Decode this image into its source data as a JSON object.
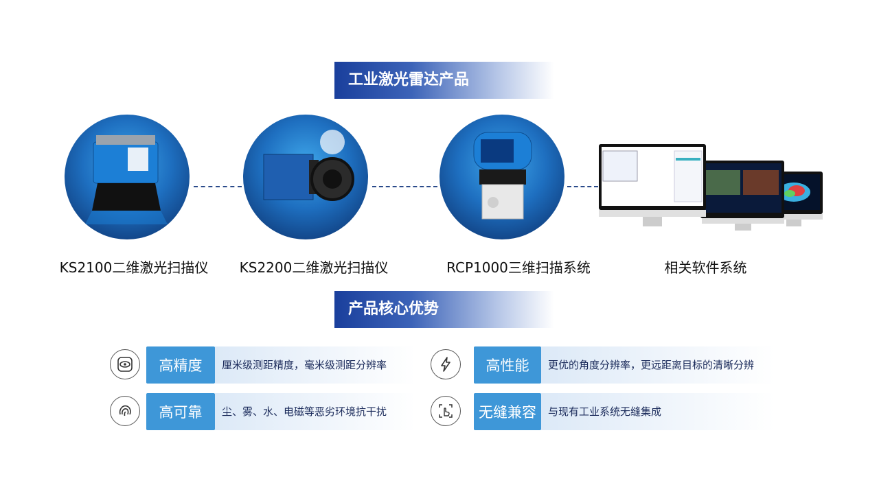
{
  "sections": {
    "products_title": "工业激光雷达产品",
    "advantages_title": "产品核心优势"
  },
  "products": [
    {
      "name": "KS2100二维激光扫描仪"
    },
    {
      "name": "KS2200二维激光扫描仪"
    },
    {
      "name": "RCP1000三维扫描系统"
    },
    {
      "name": "相关软件系统"
    }
  ],
  "advantages": [
    {
      "label": "高精度",
      "desc": "厘米级测距精度，毫米级测距分辨率",
      "icon": "eye-scan-icon"
    },
    {
      "label": "高性能",
      "desc": "更优的角度分辨率，更远距离目标的清晰分辨",
      "icon": "lightning-icon"
    },
    {
      "label": "高可靠",
      "desc": "尘、雾、水、电磁等恶劣环境抗干扰",
      "icon": "fingerprint-icon"
    },
    {
      "label": "无缝兼容",
      "desc": "与现有工业系统无缝集成",
      "icon": "touch-hand-icon"
    }
  ],
  "colors": {
    "primary": "#1a3f9c",
    "accent": "#3e97d8"
  }
}
